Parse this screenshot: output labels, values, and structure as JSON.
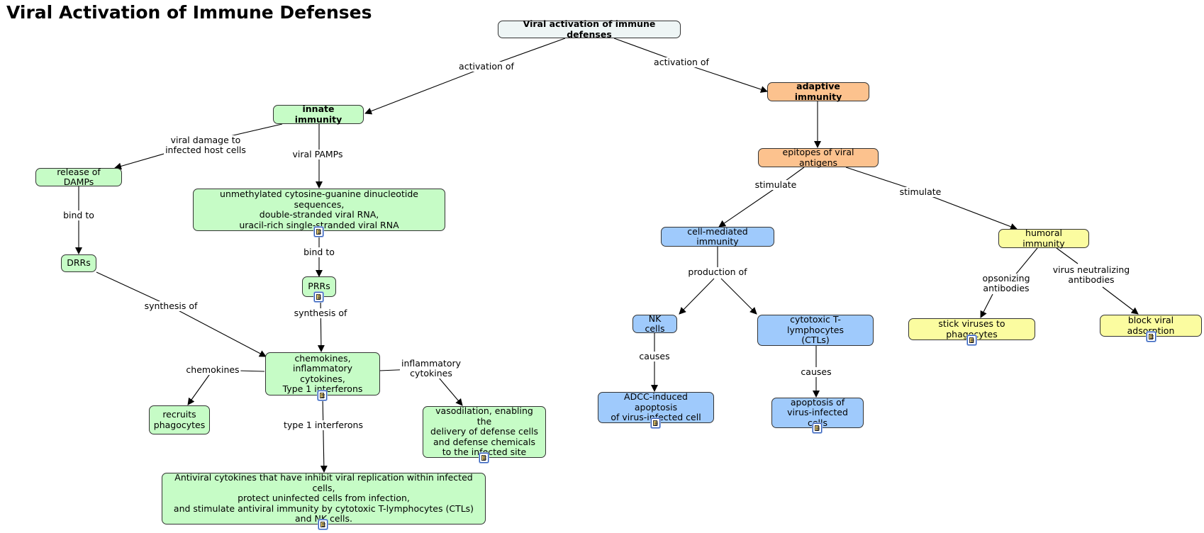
{
  "title": "Viral Activation of Immune Defenses",
  "nodes": {
    "root": "Viral activation of immune defenses",
    "innate": "innate immunity",
    "adaptive": "adaptive immunity",
    "damps": "release of DAMPs",
    "pamps_seq": "unmethylated cytosine-guanine dinucleotide sequences,\ndouble-stranded viral RNA,\nuracil-rich single-stranded viral RNA",
    "drrs": "DRRs",
    "prrs": "PRRs",
    "chemokines_node": "chemokines,\ninflammatory cytokines,\nType 1 interferons",
    "recruits": "recruits\nphagocytes",
    "vasodilation": "vasodilation, enabling the\ndelivery of defense cells\nand defense chemicals\nto the infected site",
    "antiviral": "Antiviral cytokines that have inhibit viral replication within infected cells,\nprotect uninfected cells from infection,\nand stimulate antiviral immunity by cytotoxic T-lymphocytes (CTLs)\nand NK cells.",
    "epitopes": "epitopes of viral antigens",
    "cell_mediated": "cell-mediated immunity",
    "humoral": "humoral immunity",
    "nk": "NK cells",
    "ctl": "cytotoxic T-lymphocytes\n(CTLs)",
    "adcc": "ADCC-induced apoptosis\nof virus-infected cell",
    "apoptosis": "apoptosis of\nvirus-infected cells",
    "stick": "stick viruses to phagocytes",
    "block": "block viral adsorption"
  },
  "links": {
    "activation_innate": "activation of",
    "activation_adaptive": "activation of",
    "viral_damage": "viral damage to\ninfected host cells",
    "viral_pamps": "viral PAMPs",
    "bind_damps": "bind to",
    "bind_pamps": "bind to",
    "synth_drrs": "synthesis of",
    "synth_prrs": "synthesis of",
    "chemokines_lbl": "chemokines",
    "inflammatory_lbl": "inflammatory\ncytokines",
    "type1_lbl": "type 1 interferons",
    "stimulate_cm": "stimulate",
    "stimulate_hu": "stimulate",
    "production": "production of",
    "causes_nk": "causes",
    "causes_ctl": "causes",
    "opsonizing": "opsonizing\nantibodies",
    "neutralizing": "virus neutralizing\nantibodies"
  },
  "colors": {
    "root": "#eef5f5",
    "innate_branch": "#c6fcc6",
    "adaptive_branch": "#fcc28e",
    "cell_mediated_branch": "#9fcafc",
    "humoral_branch": "#fbfca0",
    "resource_icon": "#2b58b8"
  },
  "icons": {
    "resource": "document-resource-icon"
  }
}
